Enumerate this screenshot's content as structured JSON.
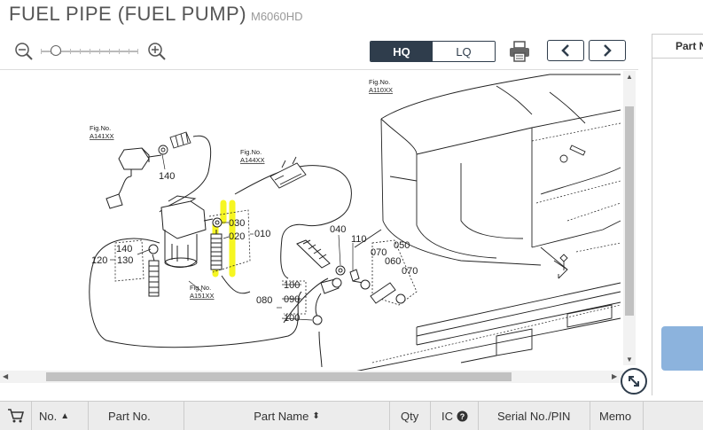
{
  "header": {
    "title": "FUEL PIPE (FUEL PUMP)",
    "model": "M6060HD"
  },
  "toolbar": {
    "zoom_out_icon": "zoom-out-icon",
    "zoom_in_icon": "zoom-in-icon",
    "zoom_level": 0.15,
    "hq_label": "HQ",
    "lq_label": "LQ",
    "selected_quality": "HQ",
    "print_icon": "printer-icon",
    "prev_icon": "chevron-left-icon",
    "next_icon": "chevron-right-icon"
  },
  "diagram": {
    "fig_refs": [
      {
        "label": "Fig.No.",
        "ref": "A141XX"
      },
      {
        "label": "Fig.No.",
        "ref": "A144XX"
      },
      {
        "label": "Fig.No.",
        "ref": "A151XX"
      },
      {
        "label": "Fig.No.",
        "ref": "A110XX"
      }
    ],
    "callouts": [
      "140",
      "030",
      "020",
      "010",
      "040",
      "110",
      "050",
      "070",
      "060",
      "070",
      "140",
      "120",
      "130",
      "100",
      "090",
      "080",
      "100"
    ],
    "highlight_color": "#f5f50a"
  },
  "right_panel": {
    "header": "Part N"
  },
  "table": {
    "cart_icon": "cart-icon",
    "columns": [
      "No.",
      "Part No.",
      "Part Name",
      "Qty",
      "IC",
      "Serial No./PIN",
      "Memo"
    ],
    "sort_asc_icon": "sort-asc-icon",
    "sort_both_icon": "sort-both-icon",
    "info_icon": "question-icon"
  },
  "colors": {
    "accent": "#2f3d4c",
    "panel_button": "#8cb3dd"
  }
}
